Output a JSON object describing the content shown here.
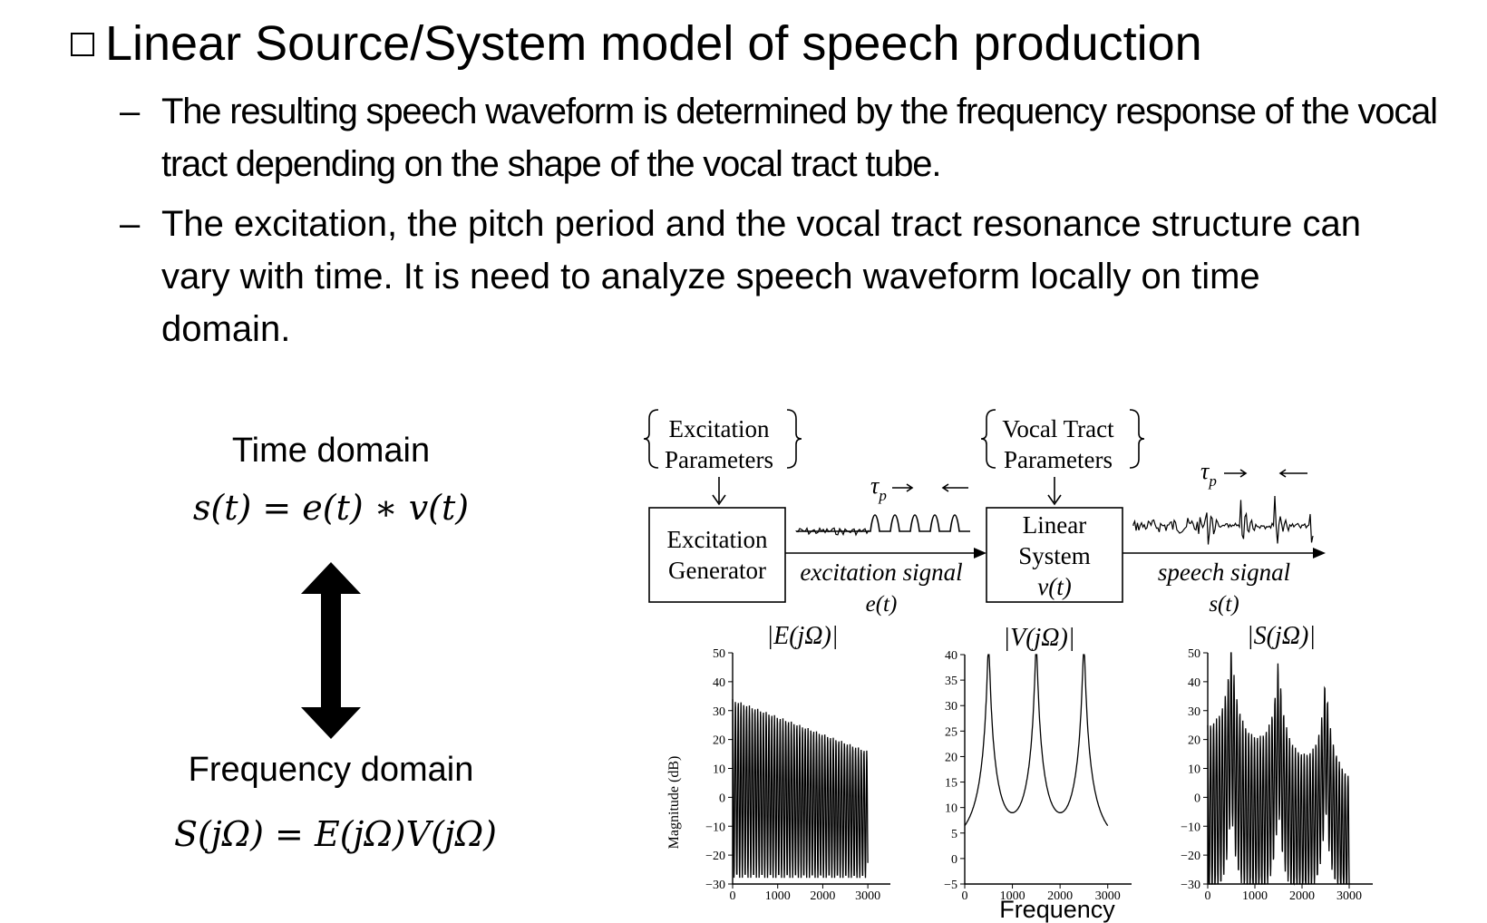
{
  "title": "Linear Source/System model of speech production",
  "bullets": [
    {
      "dash": "–",
      "text": "The resulting speech waveform is determined by the frequency response of the vocal tract depending on the shape of the vocal tract tube."
    },
    {
      "dash": "–",
      "text": "The excitation, the pitch period and the vocal tract resonance structure can vary with time. It is need to analyze speech waveform locally on time domain."
    }
  ],
  "left_panel": {
    "time_label": "Time domain",
    "time_eq": "s(t) = e(t) ∗ v(t)",
    "freq_label": "Frequency domain",
    "freq_eq": "S(jΩ) = E(jΩ)V(jΩ)"
  },
  "block_diagram": {
    "excitation_params": [
      "Excitation",
      "Parameters"
    ],
    "vocal_params": [
      "Vocal Tract",
      "Parameters"
    ],
    "generator": [
      "Excitation",
      "Generator"
    ],
    "system": [
      "Linear",
      "System",
      "v(t)"
    ],
    "pitch_symbol": "τ",
    "pitch_sub": "p",
    "excitation_label": "excitation signal",
    "excitation_fn": "e(t)",
    "speech_label": "speech signal",
    "speech_fn": "s(t)"
  },
  "plots": {
    "ylabel": "Magnitude (dB)",
    "xlabel": "Frequency",
    "E": {
      "title": "|E(jΩ)|",
      "yticks": [
        "50",
        "40",
        "30",
        "20",
        "10",
        "0",
        "−10",
        "−20",
        "−30"
      ],
      "xticks": [
        "0",
        "1000",
        "2000",
        "3000"
      ]
    },
    "V": {
      "title": "|V(jΩ)|",
      "yticks": [
        "40",
        "35",
        "30",
        "25",
        "20",
        "15",
        "10",
        "5",
        "0",
        "−5"
      ],
      "xticks": [
        "0",
        "1000",
        "2000",
        "3000"
      ]
    },
    "S": {
      "title": "|S(jΩ)|",
      "yticks": [
        "50",
        "40",
        "30",
        "20",
        "10",
        "0",
        "−10",
        "−20",
        "−30"
      ],
      "xticks": [
        "0",
        "1000",
        "2000",
        "3000"
      ]
    }
  }
}
